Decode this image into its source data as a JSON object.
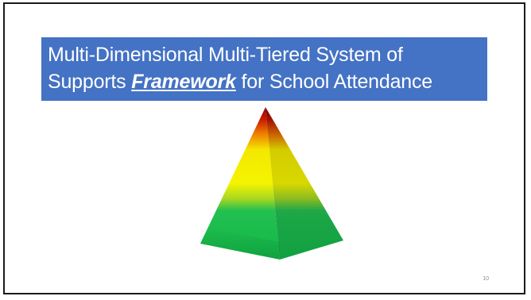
{
  "slide": {
    "title_part1_line1": "Multi-Dimensional Multi-Tiered System of",
    "title_part1_line2": "Supports ",
    "title_emphasis": "Framework",
    "title_part2": " for School Attendance",
    "slide_number": "10"
  },
  "colors": {
    "title_background": "#4472c4",
    "title_text": "#ffffff",
    "tier_top": "#b00000",
    "tier_middle": "#f2f200",
    "tier_bottom": "#10c050"
  },
  "graphic": {
    "icon": "pyramid-icon",
    "tiers": [
      "red",
      "yellow",
      "green"
    ]
  }
}
